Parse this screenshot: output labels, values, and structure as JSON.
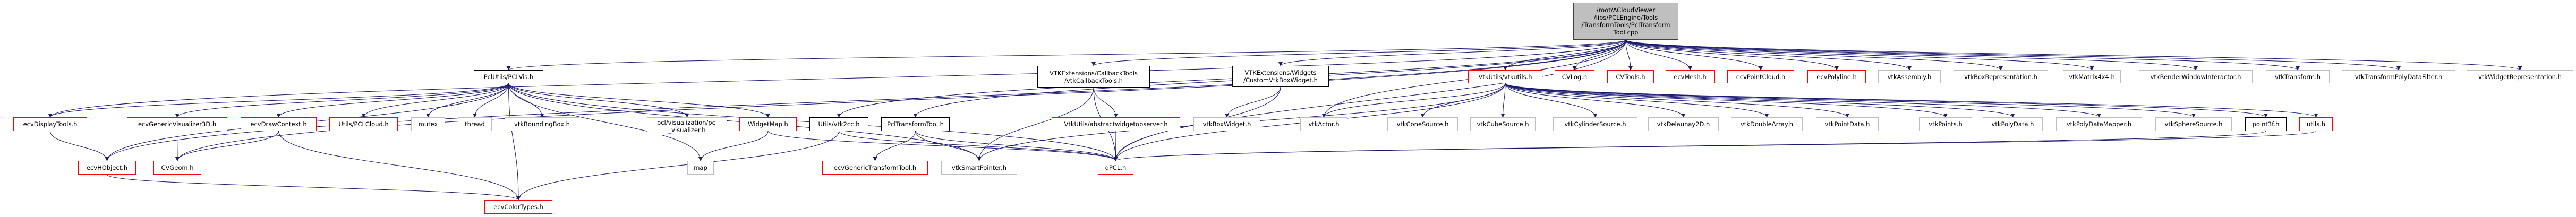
{
  "graph": {
    "title": "include dependency graph",
    "edge_color": "#191970",
    "legend_colors": {
      "root_fill": "#bfbfbf",
      "documented": "#000000",
      "truncated": "#ff0000",
      "external": "#bfbfbf"
    },
    "nodes": [
      {
        "id": "root",
        "label": "/root/ACloudViewer\n/libs/PCLEngine/Tools\n/TransformTools/PclTransform\nTool.cpp",
        "kind": "root"
      },
      {
        "id": "pclvis",
        "label": "PclUtils/PCLVis.h",
        "kind": "doc"
      },
      {
        "id": "cbtools",
        "label": "VTKExtensions/CallbackTools\n/vtkCallbackTools.h",
        "kind": "doc"
      },
      {
        "id": "boxwidget_custom",
        "label": "VTKExtensions/Widgets\n/CustomVtkBoxWidget.h",
        "kind": "doc"
      },
      {
        "id": "vtkutils",
        "label": "VtkUtils/vtkutils.h",
        "kind": "red"
      },
      {
        "id": "cvlog",
        "label": "CVLog.h",
        "kind": "red"
      },
      {
        "id": "cvtools",
        "label": "CVTools.h",
        "kind": "red"
      },
      {
        "id": "ecvmesh",
        "label": "ecvMesh.h",
        "kind": "red"
      },
      {
        "id": "ecvpointcloud",
        "label": "ecvPointCloud.h",
        "kind": "red"
      },
      {
        "id": "ecvpolyline",
        "label": "ecvPolyline.h",
        "kind": "red"
      },
      {
        "id": "vtkassembly",
        "label": "vtkAssembly.h",
        "kind": "sys"
      },
      {
        "id": "vtkboxrep",
        "label": "vtkBoxRepresentation.h",
        "kind": "sys"
      },
      {
        "id": "vtkmatrix",
        "label": "vtkMatrix4x4.h",
        "kind": "sys"
      },
      {
        "id": "vtkrwi",
        "label": "vtkRenderWindowInteractor.h",
        "kind": "sys"
      },
      {
        "id": "vtktransform",
        "label": "vtkTransform.h",
        "kind": "sys"
      },
      {
        "id": "vtktpdf",
        "label": "vtkTransformPolyDataFilter.h",
        "kind": "sys"
      },
      {
        "id": "vtkwidgetrep",
        "label": "vtkWidgetRepresentation.h",
        "kind": "sys"
      },
      {
        "id": "ecvdisplaytools",
        "label": "ecvDisplayTools.h",
        "kind": "red"
      },
      {
        "id": "ecvgenvis",
        "label": "ecvGenericVisualizer3D.h",
        "kind": "red"
      },
      {
        "id": "ecvdrawctx",
        "label": "ecvDrawContext.h",
        "kind": "red"
      },
      {
        "id": "pclcloud",
        "label": "Utils/PCLCloud.h",
        "kind": "red"
      },
      {
        "id": "mutex",
        "label": "mutex",
        "kind": "sys"
      },
      {
        "id": "thread",
        "label": "thread",
        "kind": "sys"
      },
      {
        "id": "vtkbbox",
        "label": "vtkBoundingBox.h",
        "kind": "sys"
      },
      {
        "id": "pclvisualizer",
        "label": "pcl/visualization/pcl\n_visualizer.h",
        "kind": "sys"
      },
      {
        "id": "widgetmap",
        "label": "WidgetMap.h",
        "kind": "red"
      },
      {
        "id": "vtk2cc",
        "label": "Utils/vtk2cc.h",
        "kind": "doc"
      },
      {
        "id": "pcltransformtool",
        "label": "PclTransformTool.h",
        "kind": "doc"
      },
      {
        "id": "abswidgetobs",
        "label": "VtkUtils/abstractwidgetobserver.h",
        "kind": "red"
      },
      {
        "id": "vtkboxwidget",
        "label": "vtkBoxWidget.h",
        "kind": "sys"
      },
      {
        "id": "vtkactor",
        "label": "vtkActor.h",
        "kind": "sys"
      },
      {
        "id": "vtkcone",
        "label": "vtkConeSource.h",
        "kind": "sys"
      },
      {
        "id": "vtkcube",
        "label": "vtkCubeSource.h",
        "kind": "sys"
      },
      {
        "id": "vtkcyl",
        "label": "vtkCylinderSource.h",
        "kind": "sys"
      },
      {
        "id": "vtkdelaunay",
        "label": "vtkDelaunay2D.h",
        "kind": "sys"
      },
      {
        "id": "vtkdouble",
        "label": "vtkDoubleArray.h",
        "kind": "sys"
      },
      {
        "id": "vtkpointdata",
        "label": "vtkPointData.h",
        "kind": "sys"
      },
      {
        "id": "vtkpoints",
        "label": "vtkPoints.h",
        "kind": "sys"
      },
      {
        "id": "vtkpolydata",
        "label": "vtkPolyData.h",
        "kind": "sys"
      },
      {
        "id": "vtkpdmapper",
        "label": "vtkPolyDataMapper.h",
        "kind": "sys"
      },
      {
        "id": "vtksphere",
        "label": "vtkSphereSource.h",
        "kind": "sys"
      },
      {
        "id": "point3f",
        "label": "point3f.h",
        "kind": "doc"
      },
      {
        "id": "utils",
        "label": "utils.h",
        "kind": "red"
      },
      {
        "id": "ecvhobject",
        "label": "ecvHObject.h",
        "kind": "red"
      },
      {
        "id": "cvgeom",
        "label": "CVGeom.h",
        "kind": "red"
      },
      {
        "id": "map",
        "label": "map",
        "kind": "sys"
      },
      {
        "id": "ecvgentransform",
        "label": "ecvGenericTransformTool.h",
        "kind": "red"
      },
      {
        "id": "vtksmartptr",
        "label": "vtkSmartPointer.h",
        "kind": "sys"
      },
      {
        "id": "qpcl",
        "label": "qPCL.h",
        "kind": "red"
      },
      {
        "id": "ecvcolortypes",
        "label": "ecvColorTypes.h",
        "kind": "red"
      }
    ],
    "edges": [
      [
        "root",
        "pclvis"
      ],
      [
        "root",
        "cbtools"
      ],
      [
        "root",
        "boxwidget_custom"
      ],
      [
        "root",
        "vtkutils"
      ],
      [
        "root",
        "cvlog"
      ],
      [
        "root",
        "cvtools"
      ],
      [
        "root",
        "ecvmesh"
      ],
      [
        "root",
        "ecvpointcloud"
      ],
      [
        "root",
        "ecvpolyline"
      ],
      [
        "root",
        "vtkassembly"
      ],
      [
        "root",
        "vtkboxrep"
      ],
      [
        "root",
        "vtkmatrix"
      ],
      [
        "root",
        "vtkrwi"
      ],
      [
        "root",
        "vtktransform"
      ],
      [
        "root",
        "vtktpdf"
      ],
      [
        "root",
        "vtkwidgetrep"
      ],
      [
        "root",
        "ecvdisplaytools"
      ],
      [
        "root",
        "ecvhobject"
      ],
      [
        "root",
        "cvgeom"
      ],
      [
        "root",
        "vtk2cc"
      ],
      [
        "root",
        "pcltransformtool"
      ],
      [
        "root",
        "vtkactor"
      ],
      [
        "root",
        "qpcl"
      ],
      [
        "pclvis",
        "ecvdisplaytools"
      ],
      [
        "pclvis",
        "ecvgenvis"
      ],
      [
        "pclvis",
        "ecvdrawctx"
      ],
      [
        "pclvis",
        "pclcloud"
      ],
      [
        "pclvis",
        "mutex"
      ],
      [
        "pclvis",
        "thread"
      ],
      [
        "pclvis",
        "vtkbbox"
      ],
      [
        "pclvis",
        "pclvisualizer"
      ],
      [
        "pclvis",
        "widgetmap"
      ],
      [
        "pclvis",
        "ecvhobject"
      ],
      [
        "pclvis",
        "ecvcolortypes"
      ],
      [
        "pclvis",
        "map"
      ],
      [
        "pclvis",
        "qpcl"
      ],
      [
        "pclvis",
        "vtksmartptr"
      ],
      [
        "ecvdisplaytools",
        "ecvhobject"
      ],
      [
        "ecvgenvis",
        "cvgeom"
      ],
      [
        "ecvdrawctx",
        "cvgeom"
      ],
      [
        "ecvdrawctx",
        "ecvcolortypes"
      ],
      [
        "ecvhobject",
        "ecvcolortypes"
      ],
      [
        "widgetmap",
        "map"
      ],
      [
        "widgetmap",
        "qpcl"
      ],
      [
        "vtk2cc",
        "ecvcolortypes"
      ],
      [
        "vtk2cc",
        "qpcl"
      ],
      [
        "pcltransformtool",
        "ecvgentransform"
      ],
      [
        "pcltransformtool",
        "vtksmartptr"
      ],
      [
        "pcltransformtool",
        "qpcl"
      ],
      [
        "cbtools",
        "abswidgetobs"
      ],
      [
        "cbtools",
        "vtksmartptr"
      ],
      [
        "cbtools",
        "qpcl"
      ],
      [
        "abswidgetobs",
        "qpcl"
      ],
      [
        "boxwidget_custom",
        "vtkboxwidget"
      ],
      [
        "boxwidget_custom",
        "qpcl"
      ],
      [
        "vtkutils",
        "vtkactor"
      ],
      [
        "vtkutils",
        "vtkcone"
      ],
      [
        "vtkutils",
        "vtkcube"
      ],
      [
        "vtkutils",
        "vtkcyl"
      ],
      [
        "vtkutils",
        "vtkdelaunay"
      ],
      [
        "vtkutils",
        "vtkdouble"
      ],
      [
        "vtkutils",
        "vtkpointdata"
      ],
      [
        "vtkutils",
        "vtkpoints"
      ],
      [
        "vtkutils",
        "vtkpolydata"
      ],
      [
        "vtkutils",
        "vtkpdmapper"
      ],
      [
        "vtkutils",
        "vtksphere"
      ],
      [
        "vtkutils",
        "point3f"
      ],
      [
        "vtkutils",
        "utils"
      ],
      [
        "vtkutils",
        "qpcl"
      ],
      [
        "vtkutils",
        "vtksmartptr"
      ],
      [
        "point3f",
        "qpcl"
      ],
      [
        "utils",
        "qpcl"
      ]
    ]
  }
}
